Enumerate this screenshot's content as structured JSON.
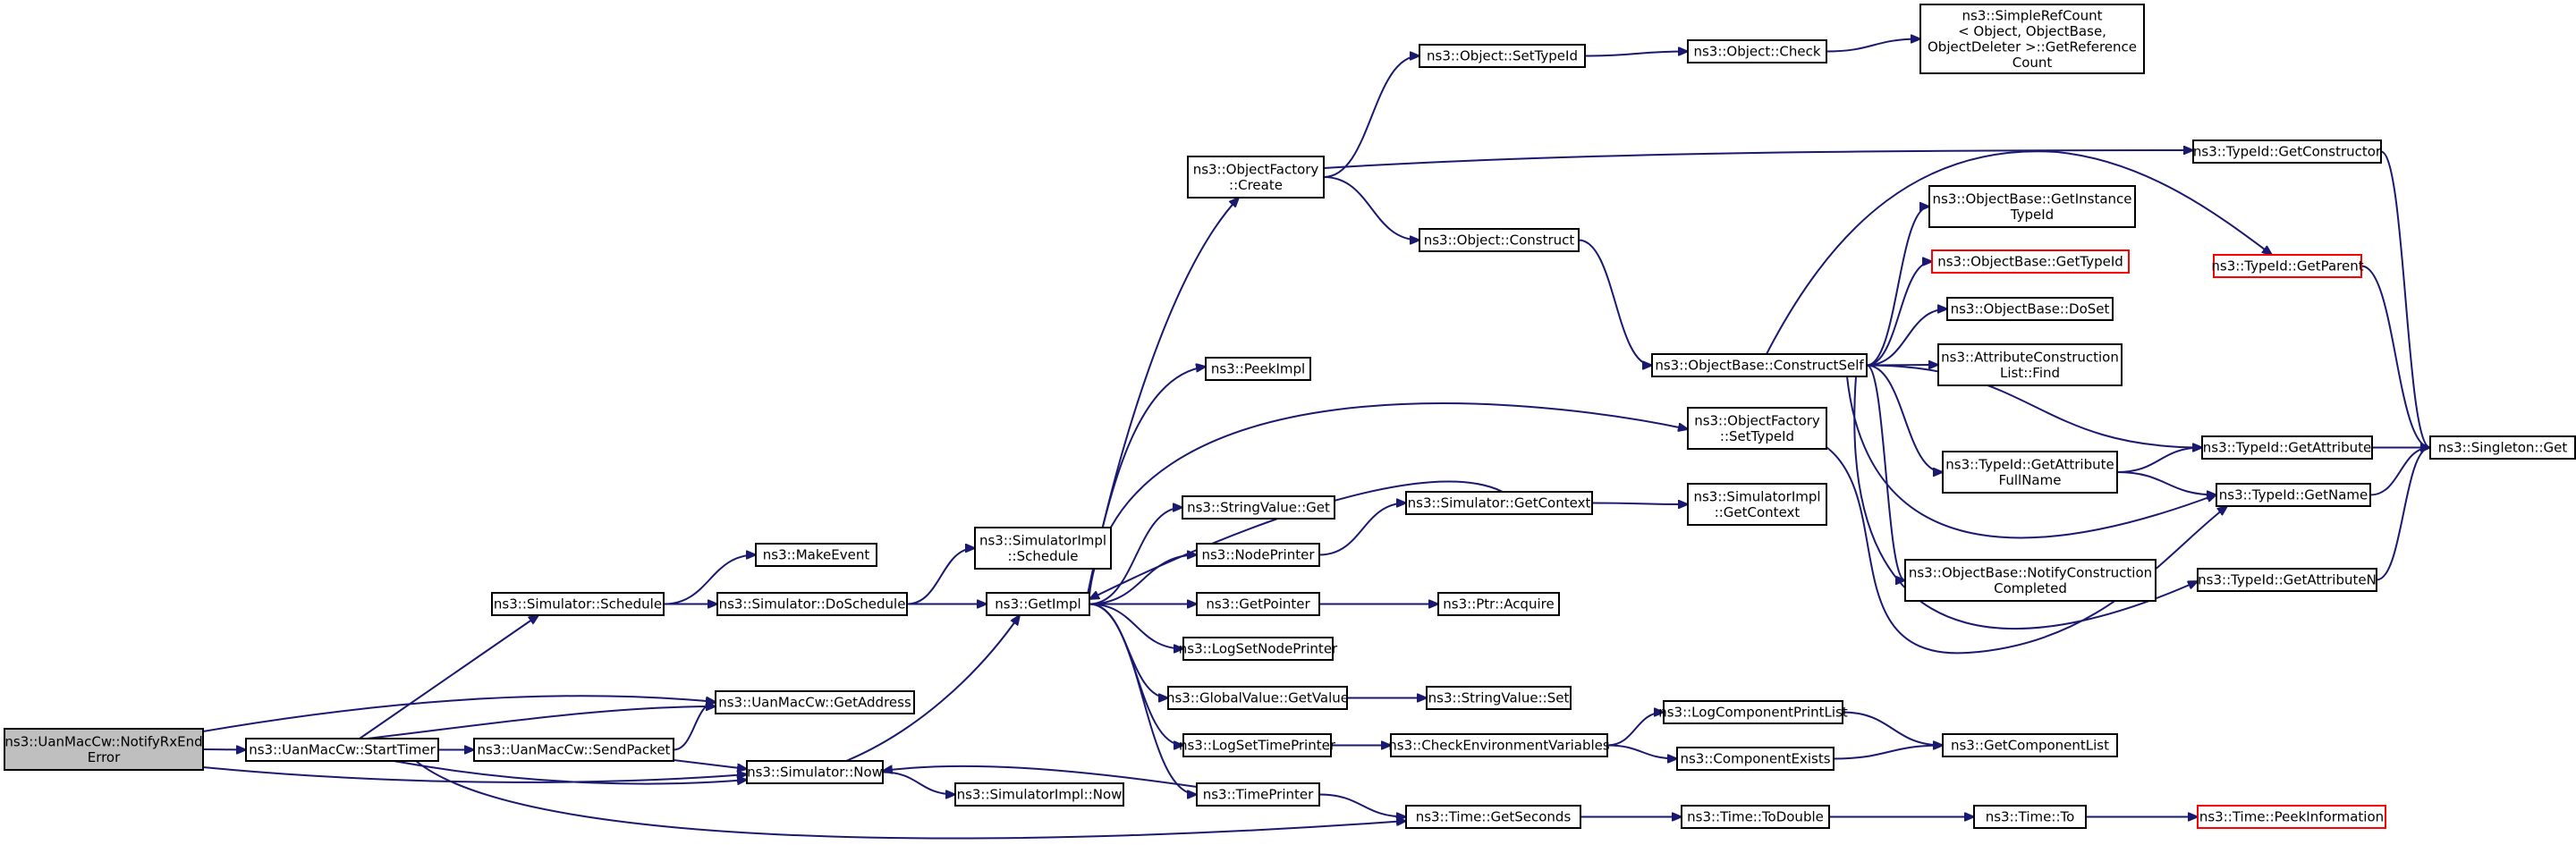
{
  "graph": {
    "title": "",
    "colors": {
      "edge": "#191970",
      "root_fill": "#bfbfbf",
      "link_border": "#000000",
      "undocumented_border": "#ff0000"
    },
    "nodes": [
      {
        "id": "n0",
        "lines": [
          "ns3::UanMacCw::NotifyRxEnd",
          "Error"
        ],
        "style": "root"
      },
      {
        "id": "n1",
        "lines": [
          "ns3::UanMacCw::StartTimer"
        ]
      },
      {
        "id": "n2",
        "lines": [
          "ns3::UanMacCw::GetAddress"
        ]
      },
      {
        "id": "n3",
        "lines": [
          "ns3::Simulator::Now"
        ]
      },
      {
        "id": "n4",
        "lines": [
          "ns3::Time::GetSeconds"
        ]
      },
      {
        "id": "n5",
        "lines": [
          "ns3::Simulator::Schedule"
        ]
      },
      {
        "id": "n6",
        "lines": [
          "ns3::UanMacCw::SendPacket"
        ]
      },
      {
        "id": "n7",
        "lines": [
          "ns3::MakeEvent"
        ]
      },
      {
        "id": "n8",
        "lines": [
          "ns3::Simulator::DoSchedule"
        ]
      },
      {
        "id": "n9",
        "lines": [
          "ns3::SimulatorImpl",
          "::Schedule"
        ]
      },
      {
        "id": "n10",
        "lines": [
          "ns3::GetImpl"
        ]
      },
      {
        "id": "n11",
        "lines": [
          "ns3::SimulatorImpl::Now"
        ]
      },
      {
        "id": "n12",
        "lines": [
          "ns3::ObjectFactory",
          "::Create"
        ]
      },
      {
        "id": "n13",
        "lines": [
          "ns3::PeekImpl"
        ]
      },
      {
        "id": "n14",
        "lines": [
          "ns3::StringValue::Get"
        ]
      },
      {
        "id": "n15",
        "lines": [
          "ns3::NodePrinter"
        ]
      },
      {
        "id": "n16",
        "lines": [
          "ns3::GetPointer"
        ]
      },
      {
        "id": "n17",
        "lines": [
          "ns3::LogSetNodePrinter"
        ]
      },
      {
        "id": "n18",
        "lines": [
          "ns3::GlobalValue::GetValue"
        ]
      },
      {
        "id": "n19",
        "lines": [
          "ns3::LogSetTimePrinter"
        ]
      },
      {
        "id": "n20",
        "lines": [
          "ns3::TimePrinter"
        ]
      },
      {
        "id": "n21",
        "lines": [
          "ns3::Object::SetTypeId"
        ]
      },
      {
        "id": "n22",
        "lines": [
          "ns3::Object::Construct"
        ]
      },
      {
        "id": "n23",
        "lines": [
          "ns3::Simulator::GetContext"
        ]
      },
      {
        "id": "n24",
        "lines": [
          "ns3::Ptr::Acquire"
        ]
      },
      {
        "id": "n25",
        "lines": [
          "ns3::StringValue::Set"
        ]
      },
      {
        "id": "n26",
        "lines": [
          "ns3::CheckEnvironmentVariables"
        ]
      },
      {
        "id": "n27",
        "lines": [
          "ns3::Object::Check"
        ]
      },
      {
        "id": "n28",
        "lines": [
          "ns3::ObjectBase::ConstructSelf"
        ]
      },
      {
        "id": "n29",
        "lines": [
          "ns3::ObjectFactory",
          "::SetTypeId"
        ]
      },
      {
        "id": "n30",
        "lines": [
          "ns3::SimulatorImpl",
          "::GetContext"
        ]
      },
      {
        "id": "n31",
        "lines": [
          "ns3::LogComponentPrintList"
        ]
      },
      {
        "id": "n32",
        "lines": [
          "ns3::ComponentExists"
        ]
      },
      {
        "id": "n33",
        "lines": [
          "ns3::Time::ToDouble"
        ]
      },
      {
        "id": "n34",
        "lines": [
          "ns3::SimpleRefCount",
          "< Object, ObjectBase,",
          "ObjectDeleter >::GetReference",
          "Count"
        ]
      },
      {
        "id": "n35",
        "lines": [
          "ns3::ObjectBase::GetInstance",
          "TypeId"
        ]
      },
      {
        "id": "n36",
        "lines": [
          "ns3::ObjectBase::GetTypeId"
        ],
        "style": "red"
      },
      {
        "id": "n37",
        "lines": [
          "ns3::ObjectBase::DoSet"
        ]
      },
      {
        "id": "n38",
        "lines": [
          "ns3::AttributeConstruction",
          "List::Find"
        ]
      },
      {
        "id": "n39",
        "lines": [
          "ns3::TypeId::GetAttribute",
          "FullName"
        ]
      },
      {
        "id": "n40",
        "lines": [
          "ns3::ObjectBase::NotifyConstruction",
          "Completed"
        ]
      },
      {
        "id": "n41",
        "lines": [
          "ns3::GetComponentList"
        ]
      },
      {
        "id": "n42",
        "lines": [
          "ns3::Time::To"
        ]
      },
      {
        "id": "n43",
        "lines": [
          "ns3::TypeId::GetConstructor"
        ]
      },
      {
        "id": "n44",
        "lines": [
          "ns3::TypeId::GetParent"
        ],
        "style": "red"
      },
      {
        "id": "n45",
        "lines": [
          "ns3::TypeId::GetAttribute"
        ]
      },
      {
        "id": "n46",
        "lines": [
          "ns3::TypeId::GetName"
        ]
      },
      {
        "id": "n47",
        "lines": [
          "ns3::TypeId::GetAttributeN"
        ]
      },
      {
        "id": "n48",
        "lines": [
          "ns3::Time::PeekInformation"
        ],
        "style": "red"
      },
      {
        "id": "n49",
        "lines": [
          "ns3::Singleton::Get"
        ]
      }
    ],
    "edges": [
      [
        "n0",
        "n1"
      ],
      [
        "n0",
        "n2"
      ],
      [
        "n0",
        "n3"
      ],
      [
        "n1",
        "n5"
      ],
      [
        "n1",
        "n2"
      ],
      [
        "n1",
        "n6"
      ],
      [
        "n1",
        "n3"
      ],
      [
        "n1",
        "n4"
      ],
      [
        "n6",
        "n2"
      ],
      [
        "n6",
        "n3"
      ],
      [
        "n5",
        "n7"
      ],
      [
        "n5",
        "n8"
      ],
      [
        "n8",
        "n9"
      ],
      [
        "n8",
        "n10"
      ],
      [
        "n3",
        "n10"
      ],
      [
        "n3",
        "n11"
      ],
      [
        "n10",
        "n12"
      ],
      [
        "n10",
        "n13"
      ],
      [
        "n10",
        "n29"
      ],
      [
        "n10",
        "n14"
      ],
      [
        "n10",
        "n15"
      ],
      [
        "n10",
        "n16"
      ],
      [
        "n10",
        "n17"
      ],
      [
        "n10",
        "n18"
      ],
      [
        "n10",
        "n19"
      ],
      [
        "n10",
        "n20"
      ],
      [
        "n20",
        "n3"
      ],
      [
        "n20",
        "n4"
      ],
      [
        "n23",
        "n10"
      ],
      [
        "n23",
        "n30"
      ],
      [
        "n15",
        "n23"
      ],
      [
        "n16",
        "n24"
      ],
      [
        "n18",
        "n25"
      ],
      [
        "n19",
        "n26"
      ],
      [
        "n26",
        "n31"
      ],
      [
        "n26",
        "n32"
      ],
      [
        "n31",
        "n41"
      ],
      [
        "n32",
        "n41"
      ],
      [
        "n4",
        "n33"
      ],
      [
        "n33",
        "n42"
      ],
      [
        "n42",
        "n48"
      ],
      [
        "n12",
        "n21"
      ],
      [
        "n12",
        "n22"
      ],
      [
        "n12",
        "n43"
      ],
      [
        "n21",
        "n27"
      ],
      [
        "n27",
        "n34"
      ],
      [
        "n22",
        "n28"
      ],
      [
        "n28",
        "n44"
      ],
      [
        "n28",
        "n35"
      ],
      [
        "n28",
        "n36"
      ],
      [
        "n28",
        "n37"
      ],
      [
        "n28",
        "n38"
      ],
      [
        "n28",
        "n45"
      ],
      [
        "n28",
        "n39"
      ],
      [
        "n28",
        "n46"
      ],
      [
        "n28",
        "n40"
      ],
      [
        "n28",
        "n47"
      ],
      [
        "n29",
        "n46"
      ],
      [
        "n39",
        "n45"
      ],
      [
        "n39",
        "n46"
      ],
      [
        "n43",
        "n49"
      ],
      [
        "n44",
        "n49"
      ],
      [
        "n45",
        "n49"
      ],
      [
        "n46",
        "n49"
      ],
      [
        "n47",
        "n49"
      ]
    ]
  }
}
